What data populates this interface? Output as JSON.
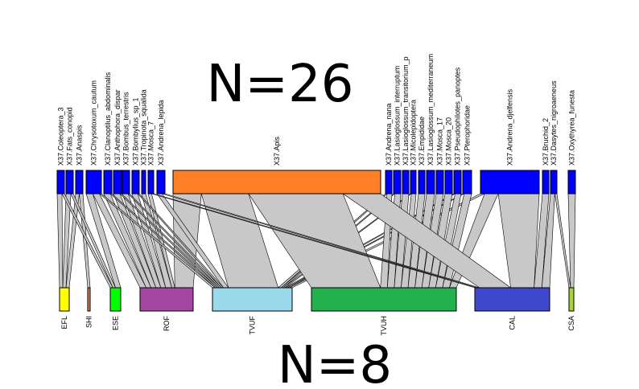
{
  "headings": {
    "top": "N=26",
    "bottom": "N=8"
  },
  "colors": {
    "higher": "#0000ff",
    "apis": "#ff7f27",
    "link": "#c8c8c8",
    "link_stroke": "#a0a0a0",
    "EFL": "#ffff00",
    "SHI": "#d9825b",
    "ESE": "#00ff00",
    "ROF": "#a347a3",
    "TVUF": "#99d9ea",
    "TVUH": "#22b14c",
    "CAL": "#3f48cc",
    "CSA": "#a6d23a"
  },
  "higher_level": [
    "X37.Coleoptera_3",
    "X37.Fats_conopid",
    "X37.Anaspis",
    "X37.Chrysotoxum_cautum",
    "X37.Clanoptilus_abdominalis",
    "X37.Anthophora_dispar",
    "X37.Bombus_terrestris",
    "X37.Bombylius_sp_1",
    "X37.Tropinota_squalida",
    "X37.Mosca_7",
    "X37.Andrena_lepida",
    "X37.Apis",
    "X37.Andrena_nana",
    "X37.Lasioglossum_interruptum",
    "X37.Lasioglossum_transitorium_p",
    "X37.Micolepidoptera",
    "X37.Empididae",
    "X37.Lasioglossum_mediterraneum",
    "X37.Mosca_17",
    "X37.Mosca_20",
    "X37.Pseudophilotes_panoptes",
    "X37.Pterophoridae",
    "X37.Andrena_djelfensis",
    "X37.Bruchid_2",
    "X37.Dasytes_nigroaeneus",
    "X37.Oxythyrea_funesta"
  ],
  "lower_level": [
    "EFL",
    "SHI",
    "ESE",
    "ROF",
    "TVUF",
    "TVUH",
    "CAL",
    "CSA"
  ]
}
